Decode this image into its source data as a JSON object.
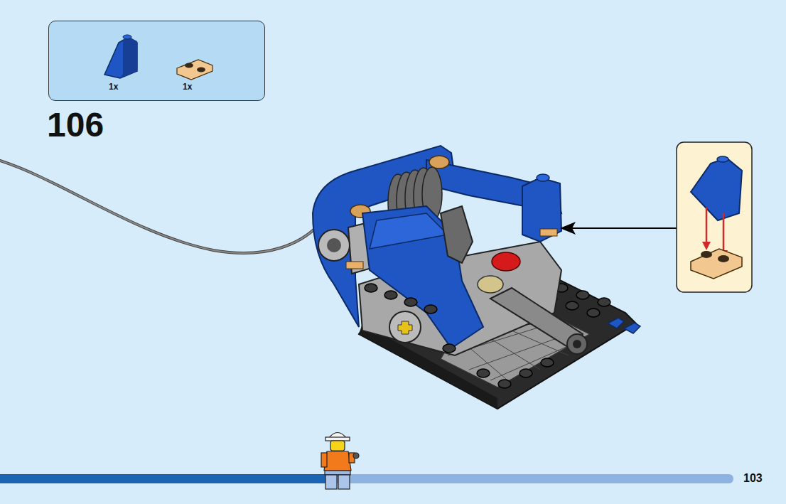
{
  "diagram": {
    "nodes": [
      {
        "text": [
          "1x",
          "1x"
        ]
      }
    ],
    "labels": [
      "106",
      "103"
    ]
  }
}
